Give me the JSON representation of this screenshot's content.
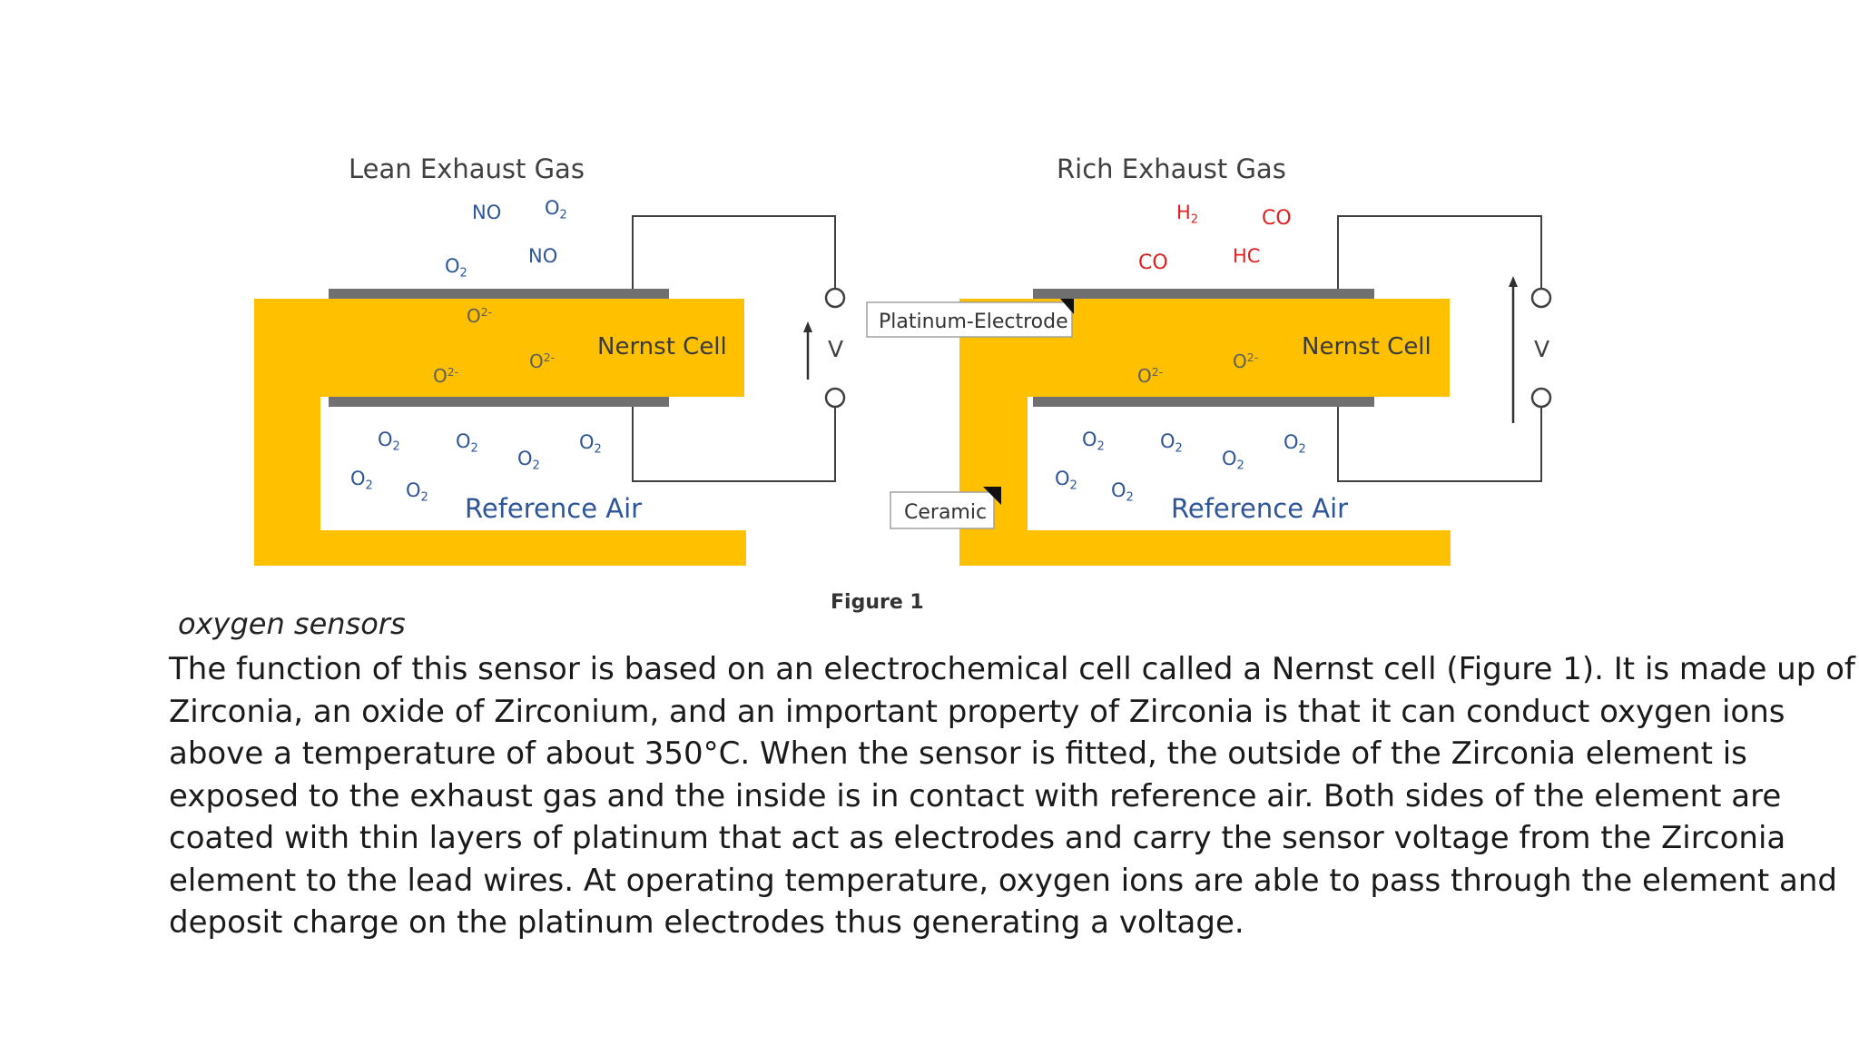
{
  "figure": {
    "left_panel": {
      "title": "Lean Exhaust Gas",
      "gases": [
        "NO",
        "O2",
        "O2",
        "NO"
      ],
      "ions": [
        "O2-",
        "O2-",
        "O2-"
      ],
      "cell_label": "Nernst Cell",
      "reference_o2": [
        "O2",
        "O2",
        "O2",
        "O2",
        "O2",
        "O2"
      ],
      "reference_label": "Reference Air",
      "voltage_label": "V"
    },
    "right_panel": {
      "title": "Rich Exhaust Gas",
      "gases": [
        "H2",
        "CO",
        "CO",
        "HC"
      ],
      "ions": [
        "O2-",
        "O2-"
      ],
      "cell_label": "Nernst Cell",
      "reference_o2": [
        "O2",
        "O2",
        "O2",
        "O2",
        "O2",
        "O2"
      ],
      "reference_label": "Reference Air",
      "voltage_label": "V"
    },
    "callouts": {
      "electrode": "Platinum-Electrode",
      "ceramic": "Ceramic"
    },
    "caption": "Figure 1",
    "colors": {
      "zirconia": "#FFC000",
      "electrode": "#707070",
      "o2_label": "#2E5597",
      "rich_gas": "#E02020"
    }
  },
  "section_title": "oxygen sensors",
  "paragraph_lines": [
    "The function of this sensor is based on an electrochemical cell called a Nernst cell (Figure 1). It is made up of",
    "Zirconia, an oxide of Zirconium, and an important property of Zirconia is that it can conduct oxygen ions",
    "above a temperature of about 350°C. When the sensor is fitted, the outside of the Zirconia element is",
    "exposed to the exhaust gas and the inside is in contact with reference air. Both sides of the element are",
    "coated with thin layers of platinum that act as electrodes and carry the sensor voltage from the Zirconia",
    "element to the lead wires. At operating temperature, oxygen ions are able to pass through the element and",
    "deposit charge on the platinum electrodes thus generating a voltage."
  ]
}
